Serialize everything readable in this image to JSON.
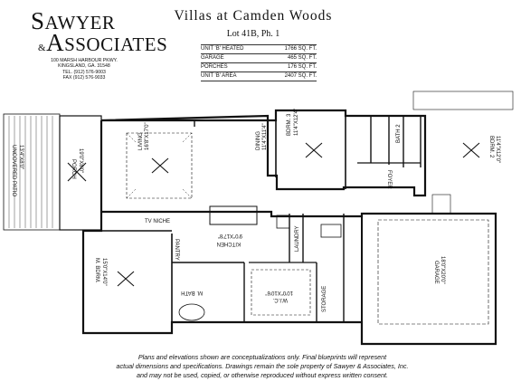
{
  "company": {
    "logo_line1": "SAWYER",
    "logo_line2": "ASSOCIATES",
    "address": [
      "100 MARSH HARBOUR PKWY.",
      "KINGSLAND, GA. 31548",
      "TEL. (912) 576-9003",
      "FAX (912) 576-9033"
    ]
  },
  "title": "Villas at Camden Woods",
  "lot": "Lot 41B, Ph. 1",
  "areas": [
    {
      "label": "UNIT 'B' HEATED",
      "value": "1766 SQ. FT."
    },
    {
      "label": "GARAGE",
      "value": "465 SQ. FT."
    },
    {
      "label": "PORCHES",
      "value": "176 SQ. FT."
    },
    {
      "label": "UNIT 'B' AREA",
      "value": "2407 SQ. FT."
    }
  ],
  "rooms": {
    "porch": "PORCH",
    "porch_size": "19'0\"X8'0\"",
    "patio": "UNCOVERED PATIO",
    "patio_size": "13'4\"X8'0\"",
    "living": "LIVING",
    "living_size": "16'8\"X17'0\"",
    "dining": "DINING",
    "dining_size": "11'4\"X11'4\"",
    "bdrm3": "BDRM. 3",
    "bdrm3_size": "11'4\"X12'4\"",
    "bath2": "BATH 2",
    "bdrm2": "BDRM. 2",
    "bdrm2_size": "11'4\"X12'0\"",
    "foyer": "FOYER",
    "tv_niche": "TV NICHE",
    "kitchen": "KITCHEN",
    "kitchen_size": "9'0\"X17'8\"",
    "mbdrm": "M. BDRM.",
    "mbdrm_size": "15'0\"X14'0\"",
    "pantry": "PANTRY",
    "mbath": "M. BATH",
    "wic": "W.I.C.",
    "wic_size": "10'0\"X10'6\"",
    "storage": "STORAGE",
    "laundry": "LAUNDRY",
    "garage": "GARAGE",
    "garage_size": "18'0\"X20'0\""
  },
  "disclaimer": [
    "Plans and elevations shown are conceptualizations only. Final blueprints will represent",
    "actual dimensions and specifications. Drawings remain the sole property of Sawyer & Associates, Inc.",
    "and may not be used, copied, or otherwise reproduced without express written consent."
  ]
}
